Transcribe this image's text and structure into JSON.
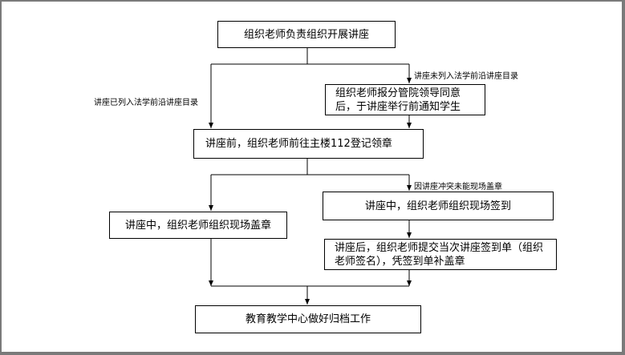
{
  "nodes": {
    "start": "组织老师负责组织开展讲座",
    "report": "组织老师报分管院领导同意后，于讲座举行前通知学生",
    "register": "讲座前，组织老师前往主楼112登记领章",
    "stamp": "讲座中，组织老师组织现场盖章",
    "signin": "讲座中，组织老师组织现场签到",
    "submit": "讲座后，组织老师提交当次讲座签到单（组织老师签名），凭签到单补盖章",
    "archive": "教育教学中心做好归档工作"
  },
  "edges": {
    "not_listed": "讲座未列入法学前沿讲座目录",
    "listed": "讲座已列入法学前沿讲座目录",
    "conflict": "因讲座冲突未能现场盖章"
  }
}
